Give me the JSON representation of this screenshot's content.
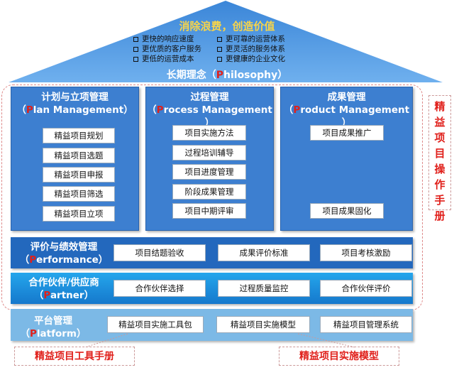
{
  "philosophy": {
    "title": "消除浪费，创造价值",
    "bullets_left": [
      "更快的响应速度",
      "更优质的客户服务",
      "更低的运营成本"
    ],
    "bullets_right": [
      "更可靠的运营体系",
      "更灵活的服务体系",
      "更健康的企业文化"
    ],
    "label_cn": "长期理念（",
    "label_p": "P",
    "label_rest": "hilosophy）"
  },
  "columns": [
    {
      "title": "计划与立项管理",
      "en_open": "（",
      "en_p": "P",
      "en_rest": "lan Management）",
      "items": [
        "精益项目规划",
        "精益项目选题",
        "精益项目申报",
        "精益项目筛选",
        "精益项目立项"
      ]
    },
    {
      "title": "过程管理",
      "en_open": "（",
      "en_p": "P",
      "en_rest": "rocess Management ）",
      "items": [
        "项目实施方法",
        "过程培训辅导",
        "项目进度管理",
        "阶段成果管理",
        "项目中期评审"
      ]
    },
    {
      "title": "成果管理",
      "en_open": "（",
      "en_p": "P",
      "en_rest": "roduct Management ）",
      "items": [
        "项目成果推广",
        "项目成果固化"
      ]
    }
  ],
  "bands": [
    {
      "title": "评价与绩效管理",
      "en_open": "（",
      "en_p": "P",
      "en_rest": "erformance）",
      "items": [
        "项目结题验收",
        "成果评价标准",
        "项目考核激励"
      ]
    },
    {
      "title": "合作伙伴/供应商",
      "en_open": "（",
      "en_p": "P",
      "en_rest": "artner）",
      "items": [
        "合作伙伴选择",
        "过程质量监控",
        "合作伙伴评价"
      ]
    },
    {
      "title": "平台管理",
      "en_open": "（",
      "en_p": "P",
      "en_rest": "latform）",
      "items": [
        "精益项目实施工具包",
        "精益项目实施模型",
        "精益项目管理系统"
      ]
    }
  ],
  "side_label": "精益项目操作手册",
  "callouts": [
    "精益项目工具手册",
    "精益项目实施模型"
  ],
  "colors": {
    "roof": "#5aa0e6",
    "column": "#3d7fd0",
    "performance": "#2368bd",
    "partner": "#1a8fe0",
    "platform": "#7cb9e6",
    "accent": "#e0201b"
  }
}
